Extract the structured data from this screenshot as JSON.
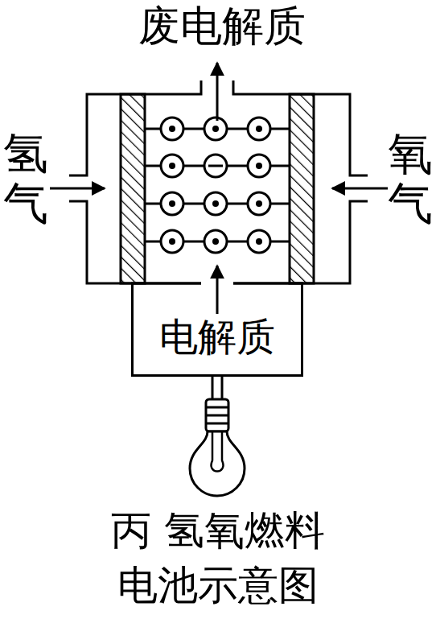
{
  "diagram": {
    "caption": "丙 氢氧燃料 电池示意图",
    "nodes": [
      {
        "text": [
          "电解质"
        ]
      }
    ],
    "labels": [
      "废电解质",
      "氢气",
      "氧气"
    ]
  }
}
